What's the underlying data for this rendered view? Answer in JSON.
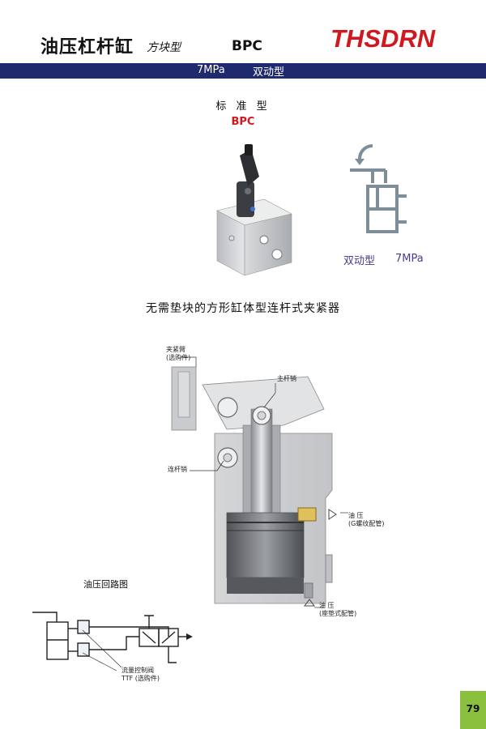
{
  "header": {
    "title": "油压杠杆缸",
    "subtitle": "方块型",
    "model": "BPC",
    "brand": "THSDRN"
  },
  "bar": {
    "pressure": "7MPa",
    "action_type": "双动型"
  },
  "standard": {
    "label": "标 准 型",
    "model": "BPC"
  },
  "symbol": {
    "type": "双动型",
    "pressure": "7MPa"
  },
  "description": "无需垫块的方形缸体型连杆式夹紧器",
  "drawing_labels": {
    "clamp_arm_line1": "夹紧臂",
    "clamp_arm_line2": "(选购件)",
    "main_pin": "主杆销",
    "link_pin": "连杆销",
    "oil1_line1": "油 压",
    "oil1_line2": "(G螺纹配管)",
    "oil2_line1": "油 压",
    "oil2_line2": "(座垫式配管)"
  },
  "circuit": {
    "title": "油压回路图",
    "valve_line1": "流量控制阀",
    "valve_line2": "TTF (选购件)"
  },
  "page_number": "79",
  "colors": {
    "bar": "#1f2a6e",
    "brand_red": "#d0191f",
    "symbol_purple": "#4d3a8f",
    "page_box": "#8bbf3e"
  }
}
